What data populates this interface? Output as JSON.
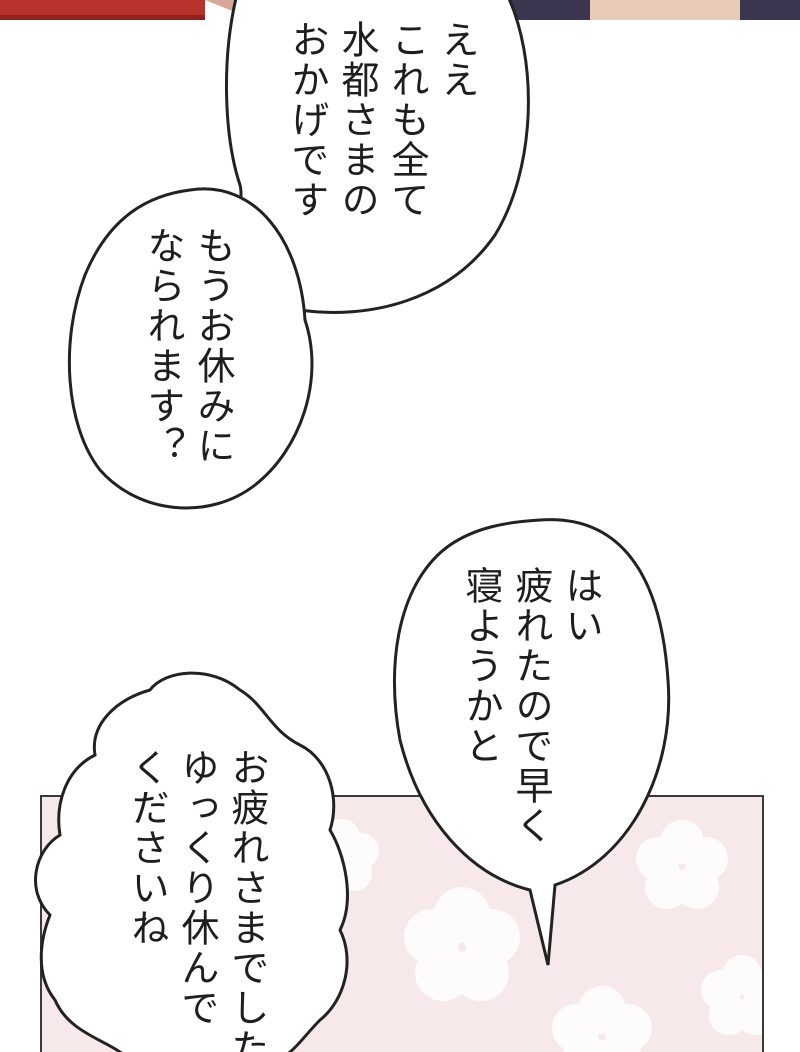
{
  "bubbles": {
    "b1": {
      "lines": [
        "ええ",
        "これも全て",
        "水都さまの",
        "おかげです"
      ]
    },
    "b2": {
      "lines": [
        "もうお休みに",
        "なられます？"
      ]
    },
    "b3": {
      "lines": [
        "はい",
        "疲れたので早く",
        "寝ようかと"
      ]
    },
    "b4": {
      "lines": [
        "お疲れさまでした",
        "ゆっくり休んで",
        "くださいね"
      ]
    }
  },
  "colors": {
    "panel_bg": "#f7e9ea",
    "flower": "#ffffff",
    "ink": "#1e1e1e",
    "hair": "#b8332d",
    "dark": "#3c3550"
  }
}
